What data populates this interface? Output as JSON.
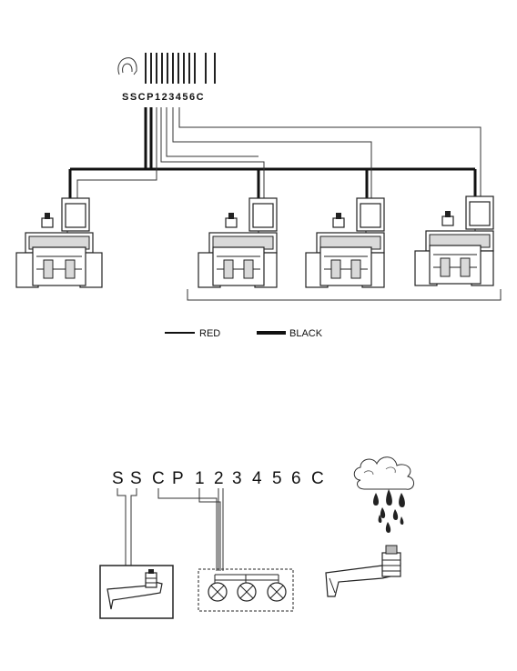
{
  "top_diagram": {
    "terminal_labels": "SSCP123456C"
  },
  "legend": {
    "red_label": "RED",
    "black_label": "BLACK"
  },
  "bottom_diagram": {
    "terminals": [
      "S",
      "S",
      "C",
      "P",
      "1",
      "2",
      "3",
      "4",
      "5",
      "6",
      "C"
    ]
  },
  "colors": {
    "line": "#111111",
    "background": "#ffffff"
  }
}
